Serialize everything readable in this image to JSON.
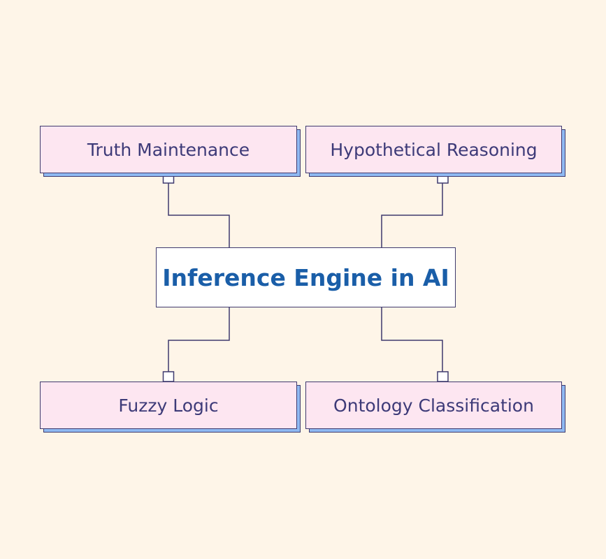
{
  "diagram": {
    "title": "Inference Engine in AI",
    "nodes": [
      {
        "label": "Truth Maintenance"
      },
      {
        "label": "Hypothetical Reasoning"
      },
      {
        "label": "Fuzzy Logic"
      },
      {
        "label": "Ontology Classification"
      }
    ],
    "colors": {
      "background": "#fef5e8",
      "node_fill": "#fde6f1",
      "node_shadow": "#8fb9f2",
      "title_text": "#1a5ea8",
      "node_text": "#3d3a78",
      "stroke": "#3f3a6e"
    }
  }
}
